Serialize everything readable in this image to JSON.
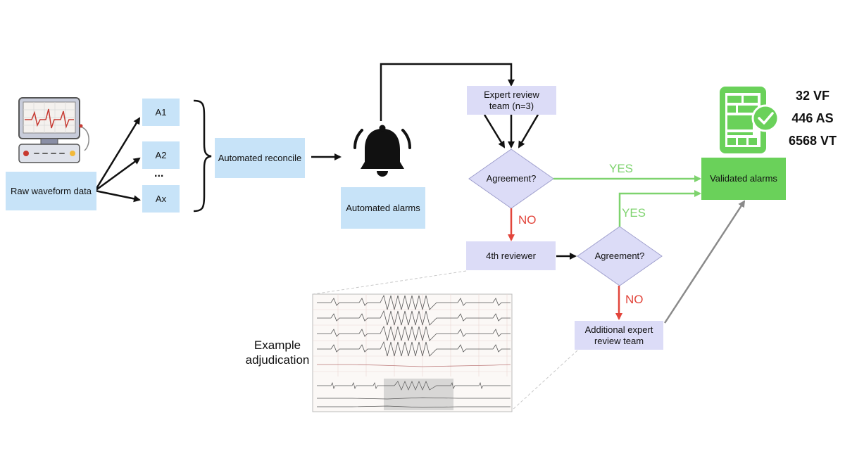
{
  "nodes": {
    "raw_waveform": "Raw waveform data",
    "algorithms": [
      "A1",
      "A2",
      "Ax"
    ],
    "ellipsis": "...",
    "automated_reconcile": "Automated reconcile",
    "automated_alarms": "Automated alarms",
    "expert_review_team": "Expert review team (n=3)",
    "agreement_1": "Agreement?",
    "fourth_reviewer": "4th reviewer",
    "agreement_2": "Agreement?",
    "additional_expert": "Additional expert review team",
    "validated_alarms": "Validated alarms"
  },
  "edge_labels": {
    "yes_1": "YES",
    "no_1": "NO",
    "yes_2": "YES",
    "no_2": "NO"
  },
  "stats": [
    "32 VF",
    "446 AS",
    "6568 VT"
  ],
  "caption": "Example adjudication",
  "colors": {
    "data_box": "#c7e3f8",
    "review_box": "#dcdcf7",
    "validated": "#6ad15a",
    "yes_arrow": "#7ed36e",
    "no_arrow": "#e2453b",
    "final_arrow": "#8a8a8a"
  },
  "icons": [
    "ecg-monitor-icon",
    "alarm-bell-icon",
    "validated-checklist-icon"
  ]
}
